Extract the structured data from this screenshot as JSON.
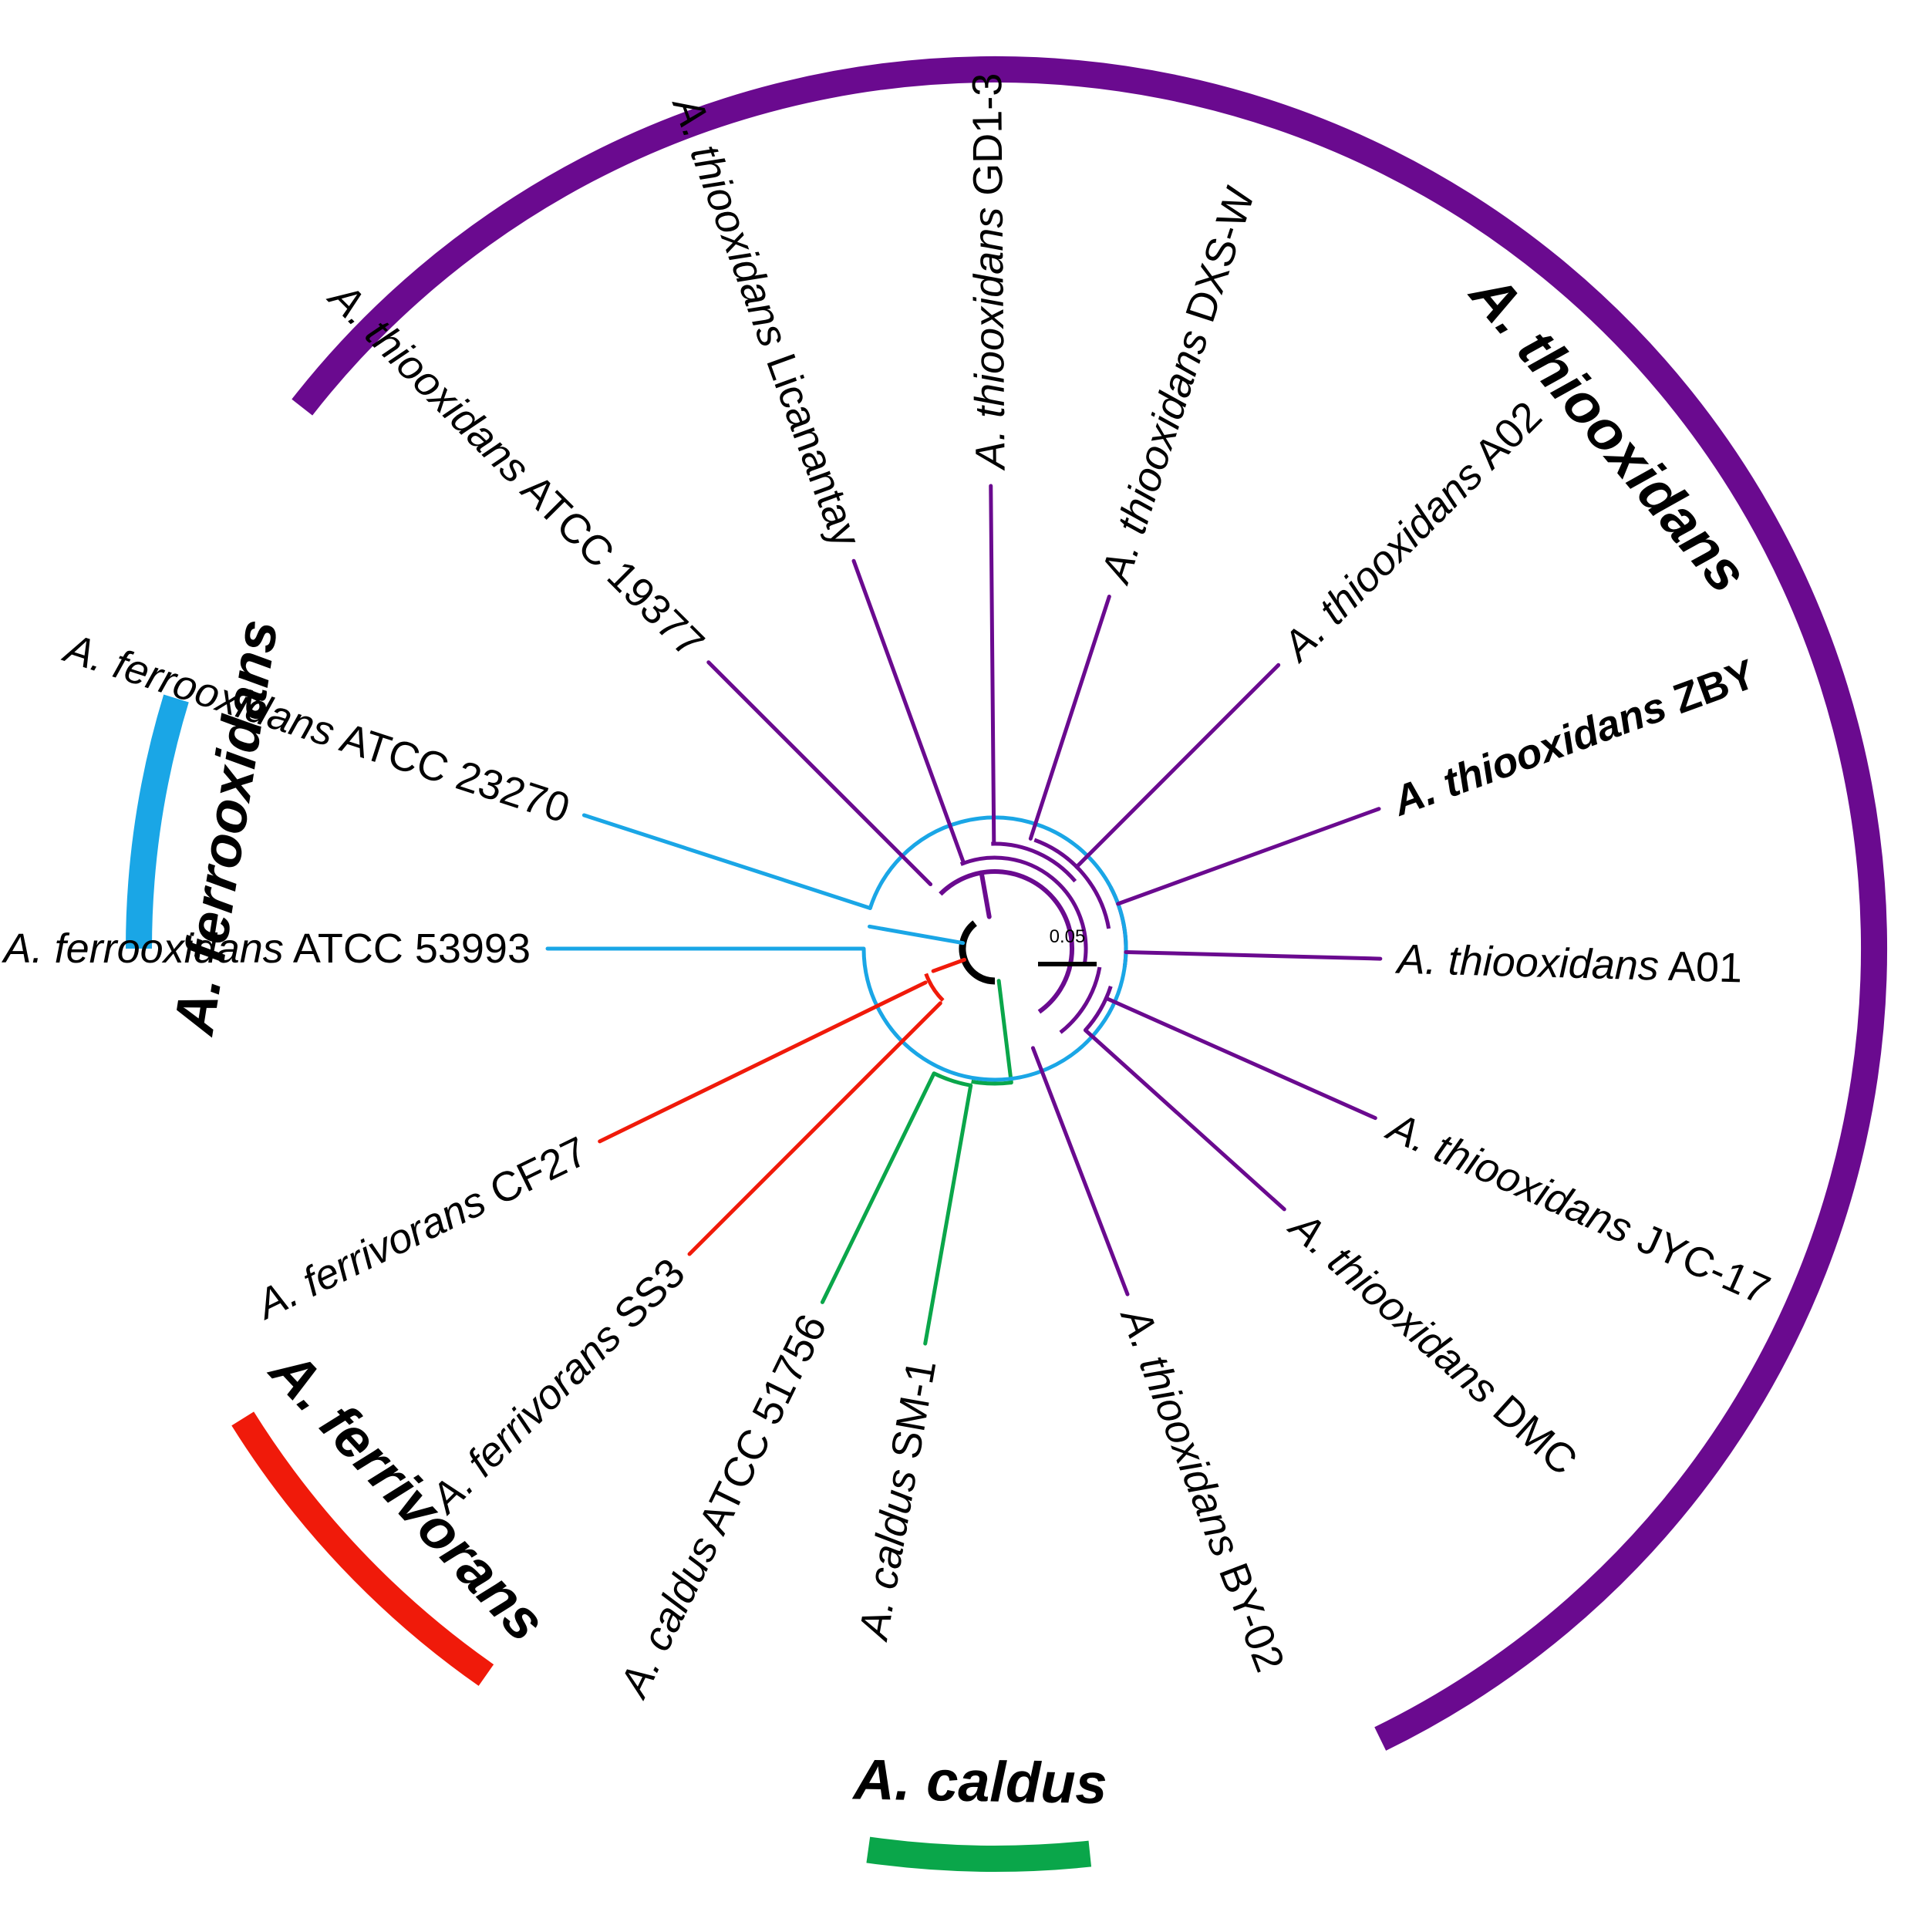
{
  "tree": {
    "colors": {
      "thiooxidans": "#6a0a8f",
      "ferrooxidans": "#1aa6e6",
      "ferrivorans": "#f01a0a",
      "caldus": "#0aa64a",
      "root": "#000000"
    },
    "scale_bar": {
      "label": "0.05"
    },
    "clades": [
      {
        "id": "thiooxidans",
        "label": "A. thiooxidans",
        "color": "#6a0a8f"
      },
      {
        "id": "ferrooxidans",
        "label": "A. ferrooxidans",
        "color": "#1aa6e6"
      },
      {
        "id": "ferrivorans",
        "label": "A. ferrivorans",
        "color": "#f01a0a"
      },
      {
        "id": "caldus",
        "label": "A. caldus",
        "color": "#0aa64a"
      }
    ],
    "leaves": [
      {
        "genus": "A. ",
        "species": "thiooxidans",
        "strain": "GD1-3",
        "clade": "thiooxidans",
        "bold": false
      },
      {
        "genus": "A. ",
        "species": "thiooxidans",
        "strain": "DXS-W",
        "clade": "thiooxidans",
        "bold": false
      },
      {
        "genus": "A. ",
        "species": "thiooxidans",
        "strain": "A02",
        "clade": "thiooxidans",
        "bold": false
      },
      {
        "genus": "A. ",
        "species": "thiooxidans",
        "strain": "ZBY",
        "clade": "thiooxidans",
        "bold": true
      },
      {
        "genus": "A. ",
        "species": "thiooxidans",
        "strain": "A01",
        "clade": "thiooxidans",
        "bold": false
      },
      {
        "genus": "A. ",
        "species": "thiooxidans",
        "strain": "JYC-17",
        "clade": "thiooxidans",
        "bold": false
      },
      {
        "genus": "A. ",
        "species": "thiooxidans",
        "strain": "DMC",
        "clade": "thiooxidans",
        "bold": false
      },
      {
        "genus": "A. ",
        "species": "thiooxidans",
        "strain": "BY-02",
        "clade": "thiooxidans",
        "bold": false
      },
      {
        "genus": "A. ",
        "species": "caldus",
        "strain": "SM-1",
        "clade": "caldus",
        "bold": false
      },
      {
        "genus": "A. ",
        "species": "caldus",
        "strain": "ATCC 51756",
        "clade": "caldus",
        "bold": false
      },
      {
        "genus": "A. ",
        "species": "ferrivorans",
        "strain": "SS3",
        "clade": "ferrivorans",
        "bold": false
      },
      {
        "genus": "A. ",
        "species": "ferrivorans",
        "strain": "CF27",
        "clade": "ferrivorans",
        "bold": false
      },
      {
        "genus": "A. ",
        "species": "ferrooxidans",
        "strain": "ATCC 53993",
        "clade": "ferrooxidans",
        "bold": false
      },
      {
        "genus": "A. ",
        "species": "ferrooxidans",
        "strain": "ATCC 23270",
        "clade": "ferrooxidans",
        "bold": false
      },
      {
        "genus": "A. ",
        "species": "thiooxidans",
        "strain": "ATCC 19377",
        "clade": "thiooxidans",
        "bold": false
      },
      {
        "genus": "A. ",
        "species": "thiooxidans",
        "strain": "Licanantay",
        "clade": "thiooxidans",
        "bold": false
      }
    ]
  }
}
